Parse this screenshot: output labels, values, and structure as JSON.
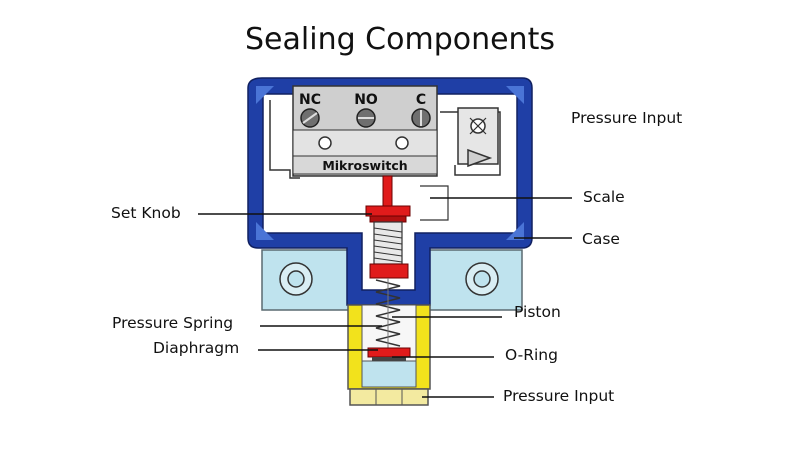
{
  "title": "Sealing Components",
  "switch": {
    "terminals": [
      "NC",
      "NO",
      "C"
    ],
    "name": "Mikroswitch"
  },
  "labels": {
    "pressure_input_top": "Pressure Input",
    "scale": "Scale",
    "set_knob": "Set Knob",
    "case": "Case",
    "piston": "Piston",
    "pressure_spring": "Pressure Spring",
    "diaphragm": "Diaphragm",
    "o_ring": "O-Ring",
    "pressure_input_bottom": "Pressure Input"
  },
  "colors": {
    "case": "#1f3fa6",
    "housing": "#bfe3ee",
    "fitting": "#f2e21c",
    "seal": "#e01b1b",
    "switch_body": "#cfcfcf"
  }
}
